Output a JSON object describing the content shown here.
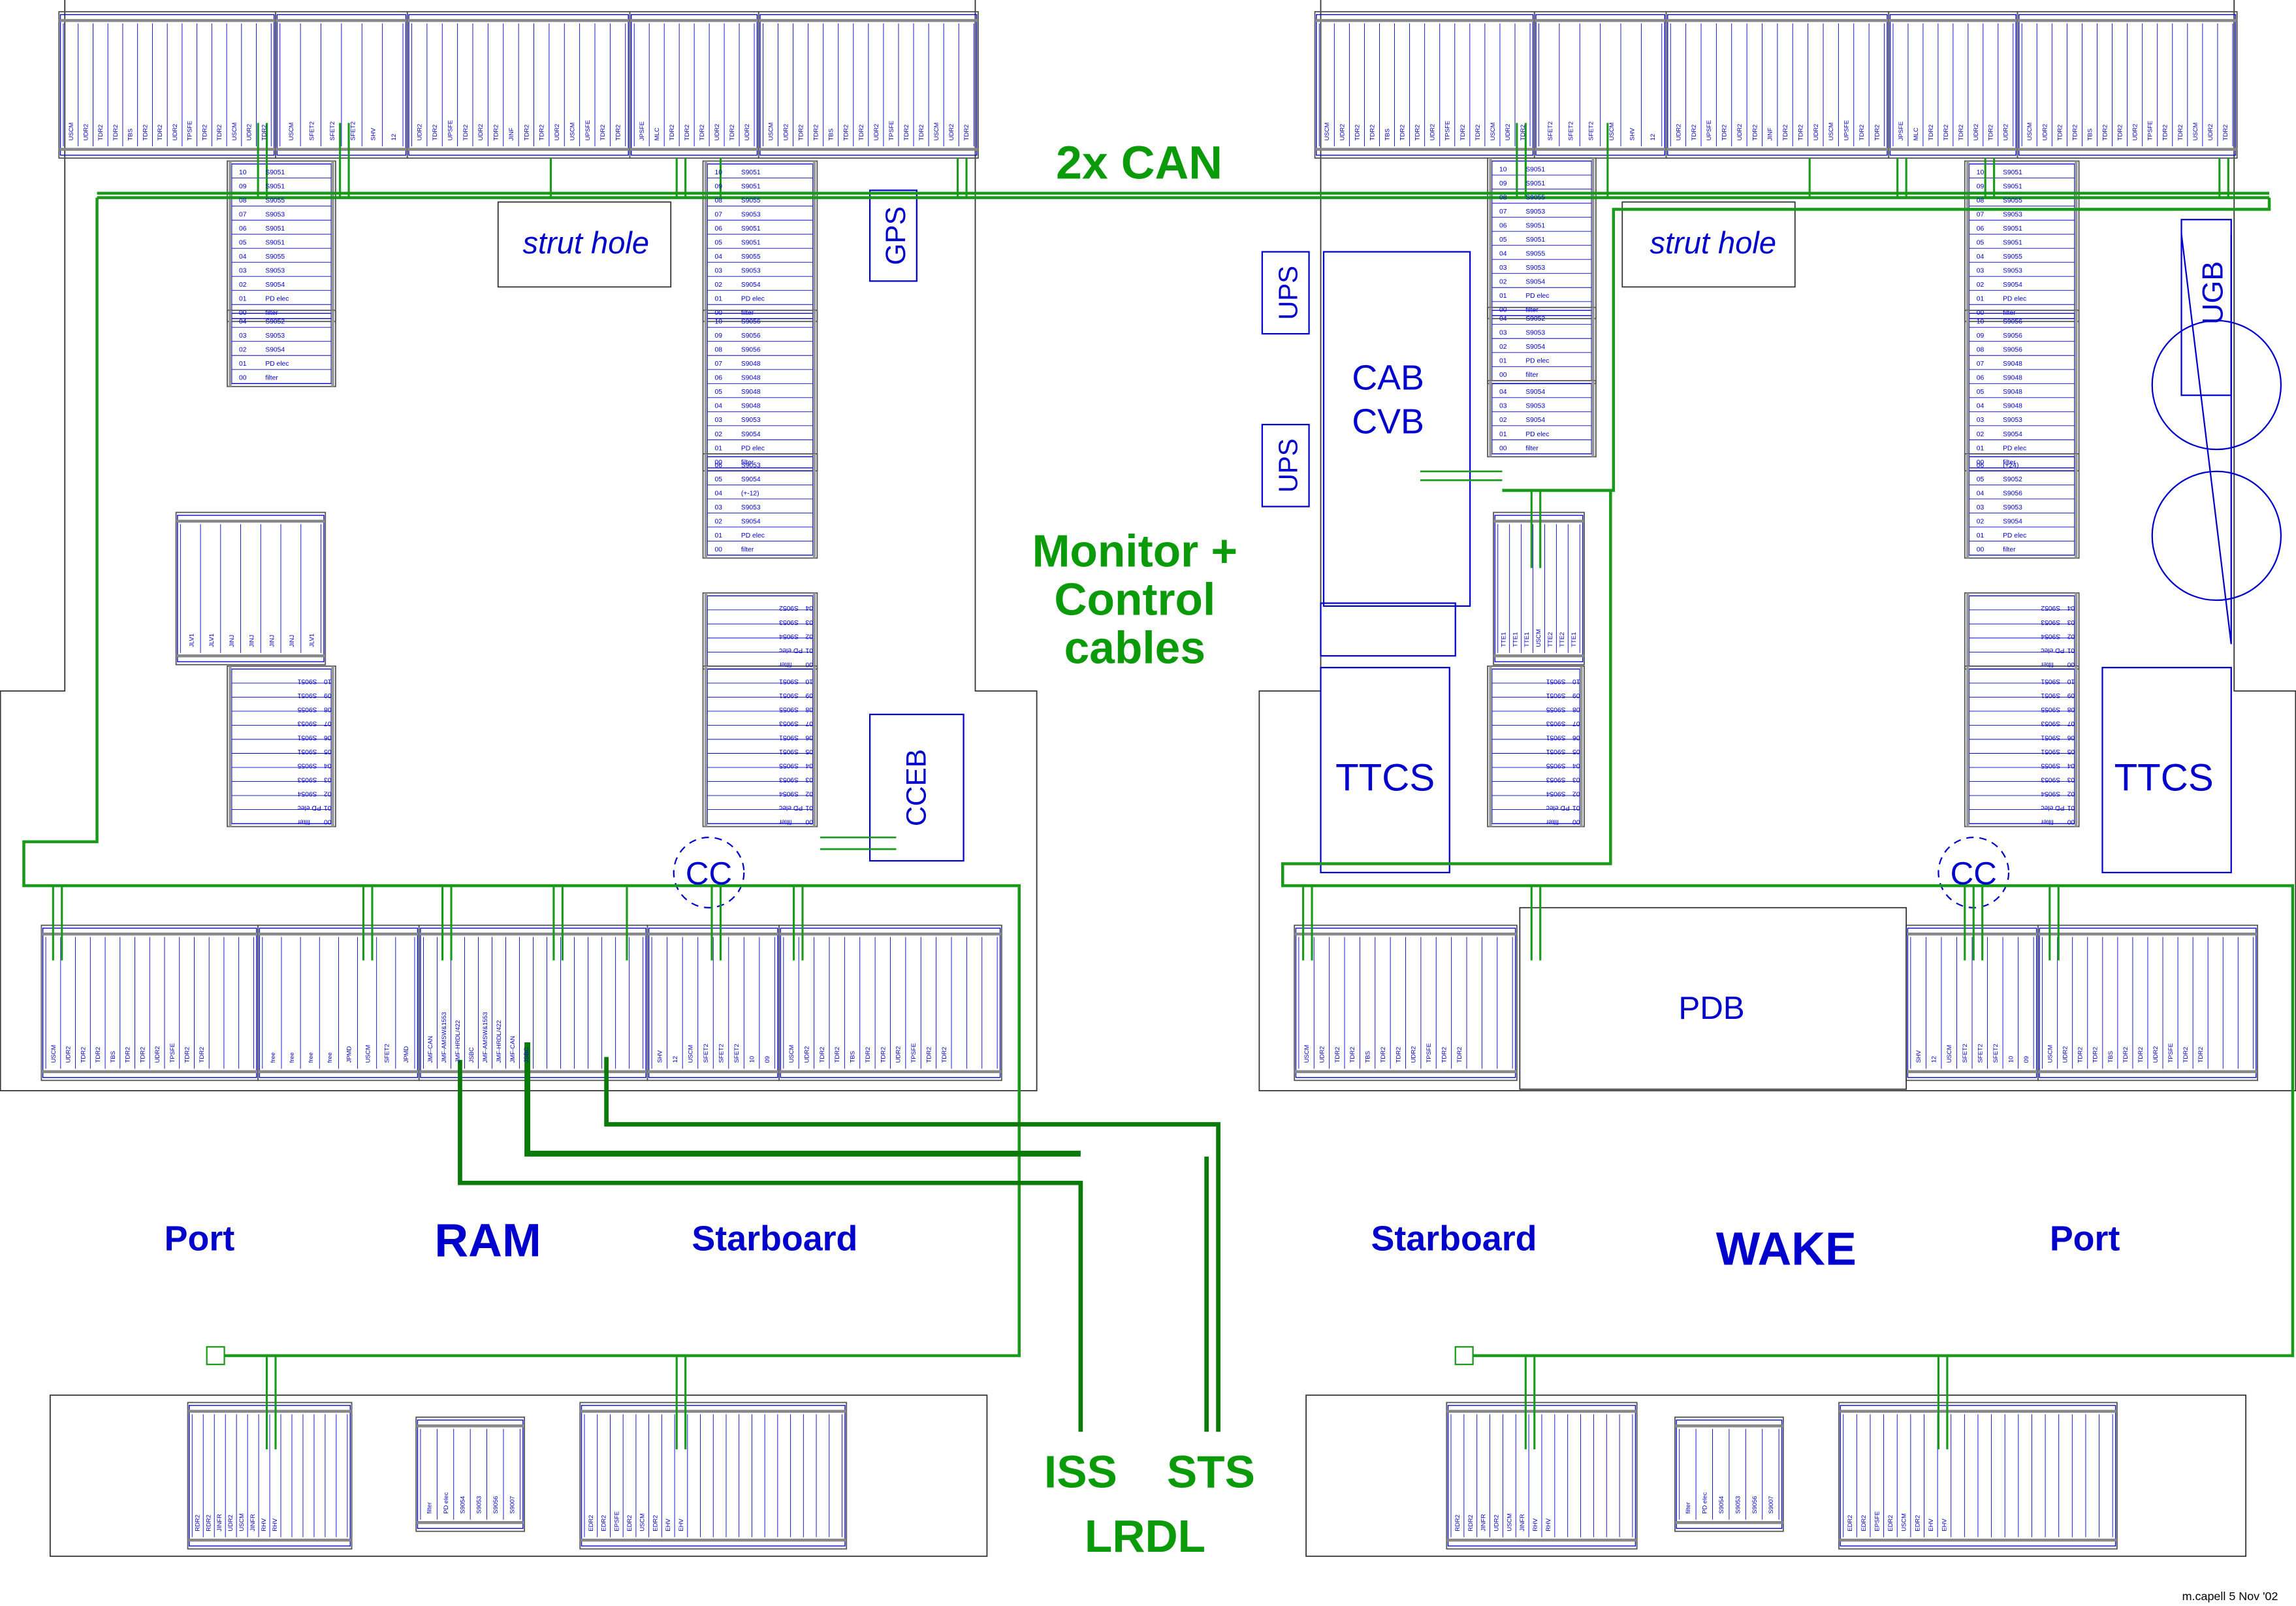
{
  "colors": {
    "outline": "#222222",
    "module": "#0000cc",
    "cable": "#1a9a1a",
    "cable_dark": "#0a7a0a",
    "rack": "#777777"
  },
  "labels": {
    "can": "2x CAN",
    "monitor1": "Monitor +",
    "monitor2": "Control",
    "monitor3": "cables",
    "strut_left": "strut hole",
    "strut_right": "strut hole",
    "gps": "GPS",
    "cceb": "CCEB",
    "cc_left": "CC",
    "cc_right": "CC",
    "ups1": "UPS",
    "ups2": "UPS",
    "cab": "CAB",
    "cvb": "CVB",
    "ttcs_left": "TTCS",
    "ttcs_right": "TTCS",
    "ugb": "UGB",
    "pdb": "PDB",
    "port_left": "Port",
    "ram": "RAM",
    "starboard_left": "Starboard",
    "starboard_right": "Starboard",
    "wake": "WAKE",
    "port_right": "Port",
    "iss": "ISS",
    "sts": "STS",
    "lrdl": "LRDL",
    "author": "m.capell 5 Nov '02"
  },
  "crate_modules": {
    "stack_a": [
      "10  S9051",
      "09  S9051",
      "08  S9055",
      "07  S9053",
      "06  S9051",
      "05  S9051",
      "04  S9055",
      "03  S9053",
      "02  S9054",
      "01  PD elec",
      "00  filter"
    ],
    "stack_b": [
      "04  S9052",
      "03  S9053",
      "02  S9054",
      "01  PD elec",
      "00  filter"
    ],
    "stack_c": [
      "06  S9053",
      "05  S9054",
      "04  (+-12)",
      "03  S9053",
      "02  S9054",
      "01  PD elec",
      "00  filter"
    ],
    "stack_d": [
      "10  S9056",
      "09  S9056",
      "08  S9056",
      "07  S9048",
      "06  S9048",
      "05  S9048",
      "04  S9048",
      "03  S9053",
      "02  S9054",
      "01  PD elec",
      "00  filter"
    ],
    "stack_e": [
      "06  (+24)",
      "05  S9052",
      "04  S9056",
      "03  S9053",
      "02  S9054",
      "01  PD elec",
      "00  filter"
    ],
    "stack_f": [
      "04  S9054",
      "03  S9053",
      "02  S9054",
      "01  PD elec",
      "00  filter"
    ],
    "ram_mid_slots": [
      "JMF-CAN",
      "JMF-AMSW&1553",
      "JMF-HRDL/422",
      "JSBC",
      "JMF-AMSW&1553",
      "JMF-HRDL/422",
      "JMF-CAN",
      "JSBC"
    ],
    "crate_slots_left": [
      "USCM",
      "UDR2",
      "TDR2",
      "TDR2",
      "TBS",
      "TDR2",
      "TDR2",
      "UDR2",
      "TPSFE",
      "TDR2",
      "TDR2"
    ],
    "crate_slots_right": [
      "USCM",
      "UDR2",
      "TDR2",
      "TDR2",
      "TBS",
      "TDR2",
      "TDR2",
      "UDR2",
      "TPSFE",
      "TDR2",
      "TDR2"
    ],
    "shv": "SHV",
    "free": "free",
    "lv1": "JLV1",
    "inj": "JINJ"
  }
}
